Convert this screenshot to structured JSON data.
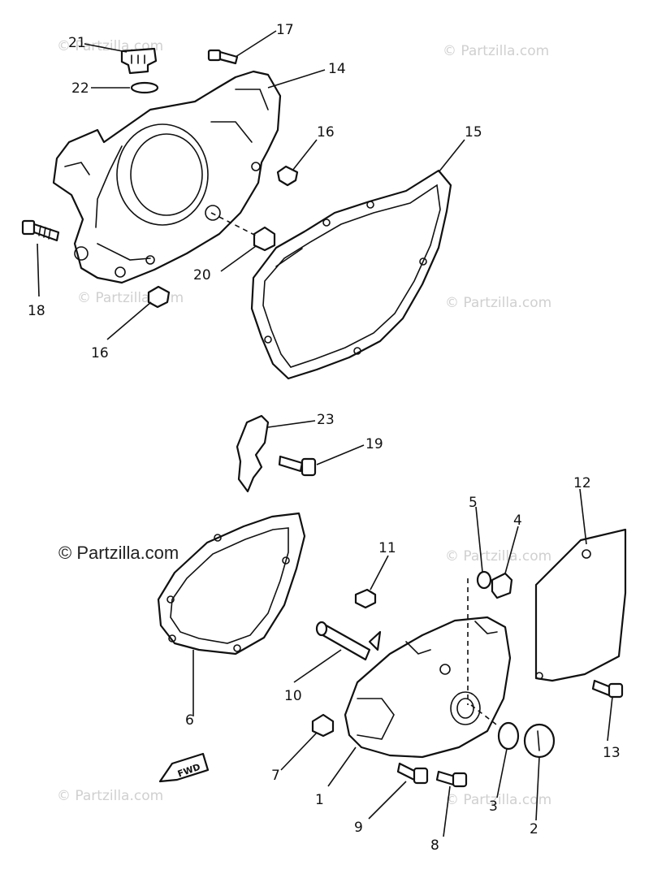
{
  "watermarks": {
    "faint": "© Partzilla.com",
    "main": "© Partzilla.com"
  },
  "fwd_label": "FWD",
  "callouts": {
    "c1": "1",
    "c2": "2",
    "c3": "3",
    "c4": "4",
    "c5": "5",
    "c6": "6",
    "c7": "7",
    "c8": "8",
    "c9": "9",
    "c10": "10",
    "c11": "11",
    "c12": "12",
    "c13": "13",
    "c14": "14",
    "c15": "15",
    "c16a": "16",
    "c16b": "16",
    "c17": "17",
    "c18": "18",
    "c19": "19",
    "c20": "20",
    "c21": "21",
    "c22": "22",
    "c23": "23"
  },
  "colors": {
    "line": "#111111",
    "watermark": "#d0d0d0"
  }
}
